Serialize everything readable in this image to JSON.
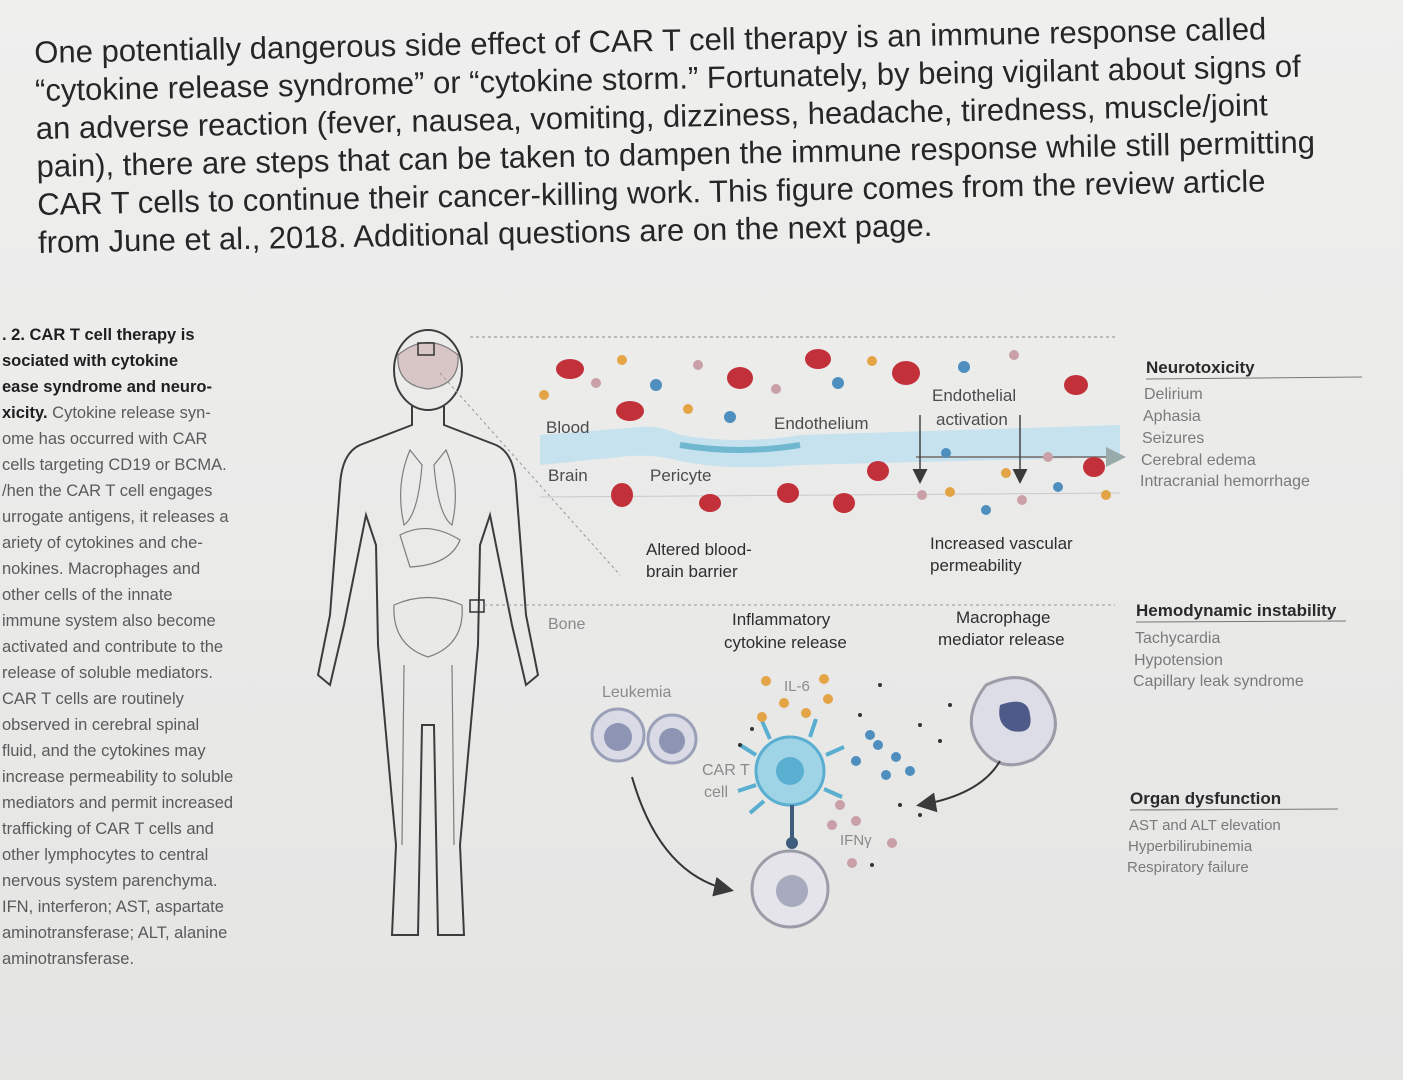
{
  "intro_lines": [
    "One potentially dangerous side effect of CAR T cell therapy is an immune response called",
    "“cytokine release syndrome” or “cytokine storm.” Fortunately, by being vigilant about signs of",
    "an adverse reaction (fever, nausea, vomiting, dizziness, headache, tiredness, muscle/joint",
    "pain), there are steps that can be taken to dampen the immune response while still permitting",
    "CAR T cells to continue their cancer-killing work. This figure comes from the review article",
    "from June et al., 2018. Additional questions are on the next page."
  ],
  "caption": {
    "bold_lines": [
      ". 2. CAR T cell therapy is",
      "sociated with cytokine",
      "ease syndrome and neuro-",
      "xicity."
    ],
    "first_plain": " Cytokine release syn-",
    "lines": [
      "ome has occurred with CAR",
      "cells targeting CD19 or BCMA.",
      "/hen the CAR T cell engages",
      "urrogate antigens, it releases a",
      "ariety of cytokines and che-",
      "nokines. Macrophages and",
      "other cells of the innate",
      "immune system also become",
      "activated and contribute to the",
      "release of soluble mediators.",
      "CAR T cells are routinely",
      "observed in cerebral spinal",
      "fluid, and the cytokines may",
      "increase permeability to soluble",
      "mediators and permit increased",
      "trafficking of CAR T cells and",
      "other lymphocytes to central",
      "nervous system parenchyma.",
      "IFN, interferon; AST, aspartate",
      "aminotransferase; ALT, alanine",
      "aminotransferase."
    ]
  },
  "figure": {
    "blood": "Blood",
    "endothelium": "Endothelium",
    "endothelial_activation": [
      "Endothelial",
      "activation"
    ],
    "brain": "Brain",
    "pericyte": "Pericyte",
    "altered_bbb": [
      "Altered blood-",
      "brain barrier"
    ],
    "vascular_permeability": [
      "Increased vascular",
      "permeability"
    ],
    "bone": "Bone",
    "inflammatory": [
      "Inflammatory",
      "cytokine release"
    ],
    "macrophage_release": [
      "Macrophage",
      "mediator release"
    ],
    "leukemia": "Leukemia",
    "il6": "IL-6",
    "car_t": [
      "CAR T",
      "cell"
    ],
    "ifng": "IFNγ"
  },
  "toxicities": {
    "neuro": {
      "title": "Neurotoxicity",
      "items": [
        "Delirium",
        "Aphasia",
        "Seizures",
        "Cerebral edema",
        "Intracranial hemorrhage"
      ]
    },
    "hemo": {
      "title": "Hemodynamic instability",
      "items": [
        "Tachycardia",
        "Hypotension",
        "Capillary leak syndrome"
      ]
    },
    "organ": {
      "title": "Organ dysfunction",
      "items": [
        "AST and ALT elevation",
        "Hyperbilirubinemia",
        "Respiratory failure"
      ]
    }
  },
  "colors": {
    "red_cell": "#c2313a",
    "blue_dot": "#4f8fc0",
    "orange_dot": "#e3a445",
    "endothelium": "#a9d4e6",
    "text": "#262626"
  }
}
